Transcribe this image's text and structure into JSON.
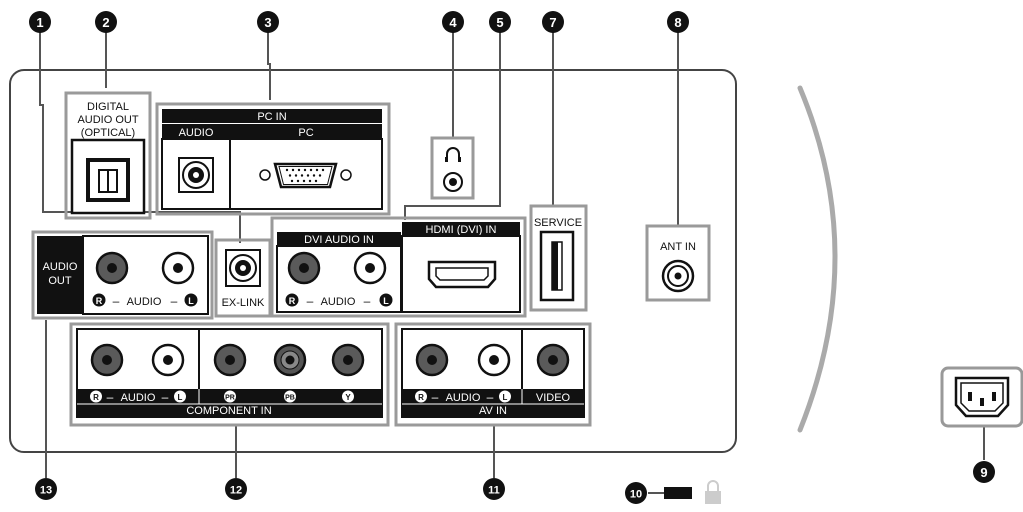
{
  "callouts": [
    "1",
    "2",
    "3",
    "4",
    "5",
    "7",
    "8",
    "9",
    "10",
    "11",
    "12",
    "13"
  ],
  "labels": {
    "digital_audio_out_1": "DIGITAL",
    "digital_audio_out_2": "AUDIO OUT",
    "digital_audio_out_3": "(OPTICAL)",
    "pc_in": "PC IN",
    "pc_audio": "AUDIO",
    "pc": "PC",
    "dvi_audio_in": "DVI AUDIO IN",
    "hdmi_dvi_in": "HDMI (DVI) IN",
    "service": "SERVICE",
    "ant_in": "ANT IN",
    "audio_out_1": "AUDIO",
    "audio_out_2": "OUT",
    "ex_link": "EX-LINK",
    "audio_word": "AUDIO",
    "r": "R",
    "l": "L",
    "dash": "–",
    "component_in": "COMPONENT IN",
    "pr": "PR",
    "pb": "PB",
    "y": "Y",
    "av_in": "AV IN",
    "video": "VIDEO"
  },
  "colors": {
    "panel_stroke": "#444444",
    "box_stroke": "#9a9a9a",
    "header_fill": "#111111",
    "jack_gray": "#5a5a5a",
    "jack_pb": "#555555",
    "divider": "#aaaaaa",
    "lock_fill": "#cccccc"
  }
}
